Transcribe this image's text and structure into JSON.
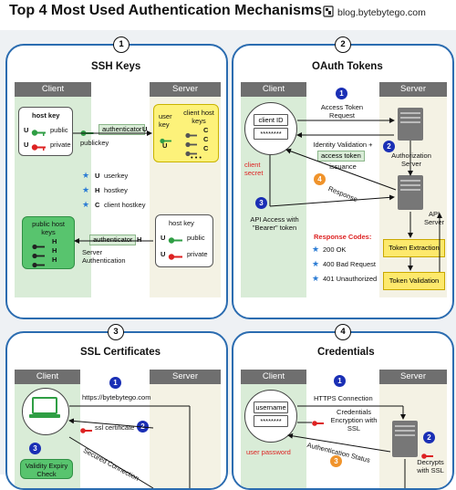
{
  "header": {
    "title": "Top 4 Most Used Authentication Mechanisms",
    "brand": "blog.bytebytego.com"
  },
  "labels": {
    "client": "Client",
    "server": "Server"
  },
  "ssh": {
    "number": "1",
    "title": "SSH Keys",
    "client_host_key": "host key",
    "u": "U",
    "h": "H",
    "c": "C",
    "public": "public",
    "private": "private",
    "authenticator_u": "authenticator",
    "publickey": "publickey",
    "user_key": "user key",
    "client_host_keys": "client host keys",
    "dots": "• • •",
    "legend_userkey": "userkey",
    "legend_hostkey": "hostkey",
    "legend_clienthostkey": "client hostkey",
    "public_host_keys": "public host keys",
    "authenticator_h": "authenticator",
    "server_authentication": "Server Authentication",
    "server_host_key": "host key"
  },
  "oauth": {
    "number": "2",
    "title": "OAuth Tokens",
    "client_id": "client ID",
    "secret_dots": "********",
    "client_secret": "client secret",
    "step1": "1",
    "access_token_request": "Access Token Request",
    "authorization_server": "Authorization Server",
    "step2": "2",
    "identity_validation": "Identity Validation +",
    "access_token": "access token",
    "issuance": "issuance",
    "step4": "4",
    "response": "Response",
    "api_server": "API Server",
    "step3": "3",
    "api_access": "API Access with \"Bearer\" token",
    "response_codes": "Response Codes:",
    "code_200": "200 OK",
    "code_400": "400 Bad Request",
    "code_401": "401 Unauthorized",
    "token_extraction": "Token Extraction",
    "token_validation": "Token Validation"
  },
  "ssl": {
    "number": "3",
    "title": "SSL Certificates",
    "step1": "1",
    "url": "https://bytebytego.com",
    "ssl_certificate": "ssl certificate",
    "step2": "2",
    "secured_connection": "Secured Connection",
    "step3": "3",
    "validity_expiry": "Validity Expiry Check"
  },
  "cred": {
    "number": "4",
    "title": "Credentials",
    "step1": "1",
    "https_connection": "HTTPS Connection",
    "username": "username",
    "pw_dots": "********",
    "credentials_encryption": "Credentials Encryption with SSL",
    "user_password": "user password",
    "authentication_status": "Authentication Status",
    "step3": "3",
    "step2": "2",
    "decrypts": "Decrypts with SSL"
  },
  "colors": {
    "panel_border": "#2b6cb0",
    "client_col": "#d9ecd7",
    "server_col": "#f4f2e4",
    "step_blue": "#1a2fb5",
    "step_orange": "#f0932b",
    "token_yellow": "#fde96c"
  }
}
